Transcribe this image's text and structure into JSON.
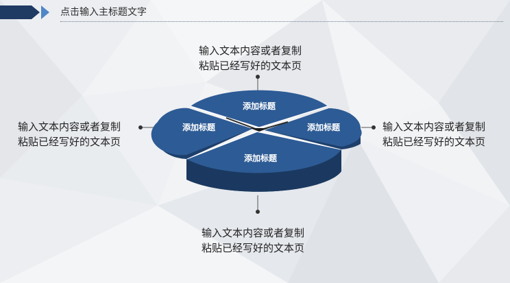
{
  "header": {
    "title": "点击输入主标题文字"
  },
  "segments": {
    "top": "添加标题",
    "left": "添加标题",
    "right": "添加标题",
    "bottom": "添加标题"
  },
  "notes": {
    "top": {
      "line1": "输入文本内容或者复制",
      "line2": "粘贴已经写好的文本页"
    },
    "left": {
      "line1": "输入文本内容或者复制",
      "line2": "粘贴已经写好的文本页"
    },
    "right": {
      "line1": "输入文本内容或者复制",
      "line2": "粘贴已经写好的文本页"
    },
    "bottom": {
      "line1": "输入文本内容或者复制",
      "line2": "粘贴已经写好的文本页"
    }
  },
  "colors": {
    "accent_dark": "#1f3a63",
    "accent_light": "#4f86c6",
    "segment_fill": "#2d5b95",
    "segment_side": "#1e3f6b"
  }
}
